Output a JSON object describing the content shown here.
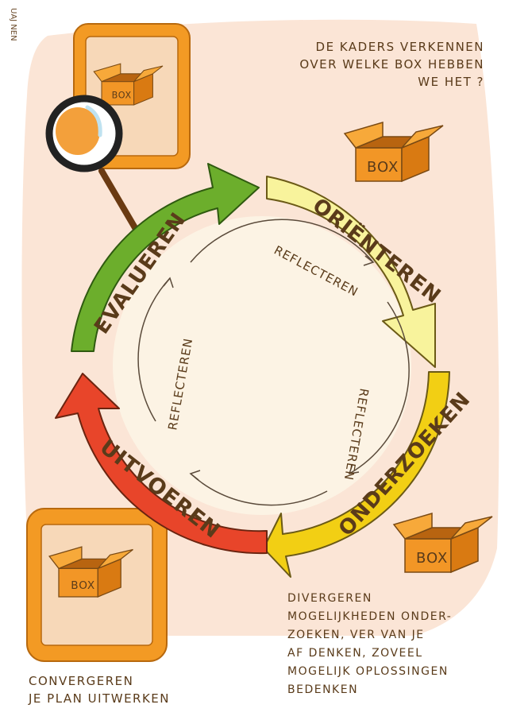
{
  "signature": "UAJ NEN",
  "stages": {
    "orienteren": "ORIËNTEREN",
    "onderzoeken": "ONDERZOEKEN",
    "uitvoeren": "UITVOEREN",
    "evalueren": "EVALUEREN"
  },
  "reflect": {
    "top": "REFLECTEREN",
    "right": "REFLECTEREN",
    "left": "REFLECTEREN"
  },
  "box_label": "BOX",
  "notes": {
    "top_right": "DE KADERS VERKENNEN\nOVER WELKE BOX HEBBEN\nWE HET ?",
    "bottom_left": "CONVERGEREN\nJE PLAN UITWERKEN",
    "bottom_right": "DIVERGEREN\nMOGELIJKHEDEN ONDER-\nZOEKEN, VER VAN JE\nAF DENKEN, ZOVEEL\nMOGELIJK OPLOSSINGEN\nBEDENKEN"
  },
  "colors": {
    "background_blob": "#fbe5d6",
    "inner_circle": "#fcf3e4",
    "evalueren": "#6cae2c",
    "orienteren": "#f8f39c",
    "onderzoeken": "#f2cf14",
    "uitvoeren": "#e8452a",
    "frame_orange": "#f39a24",
    "box_orange": "#f29626",
    "ink": "#5a3b1a"
  },
  "icons": [
    "box-icon",
    "magnifying-glass-icon",
    "picture-frame-icon"
  ]
}
